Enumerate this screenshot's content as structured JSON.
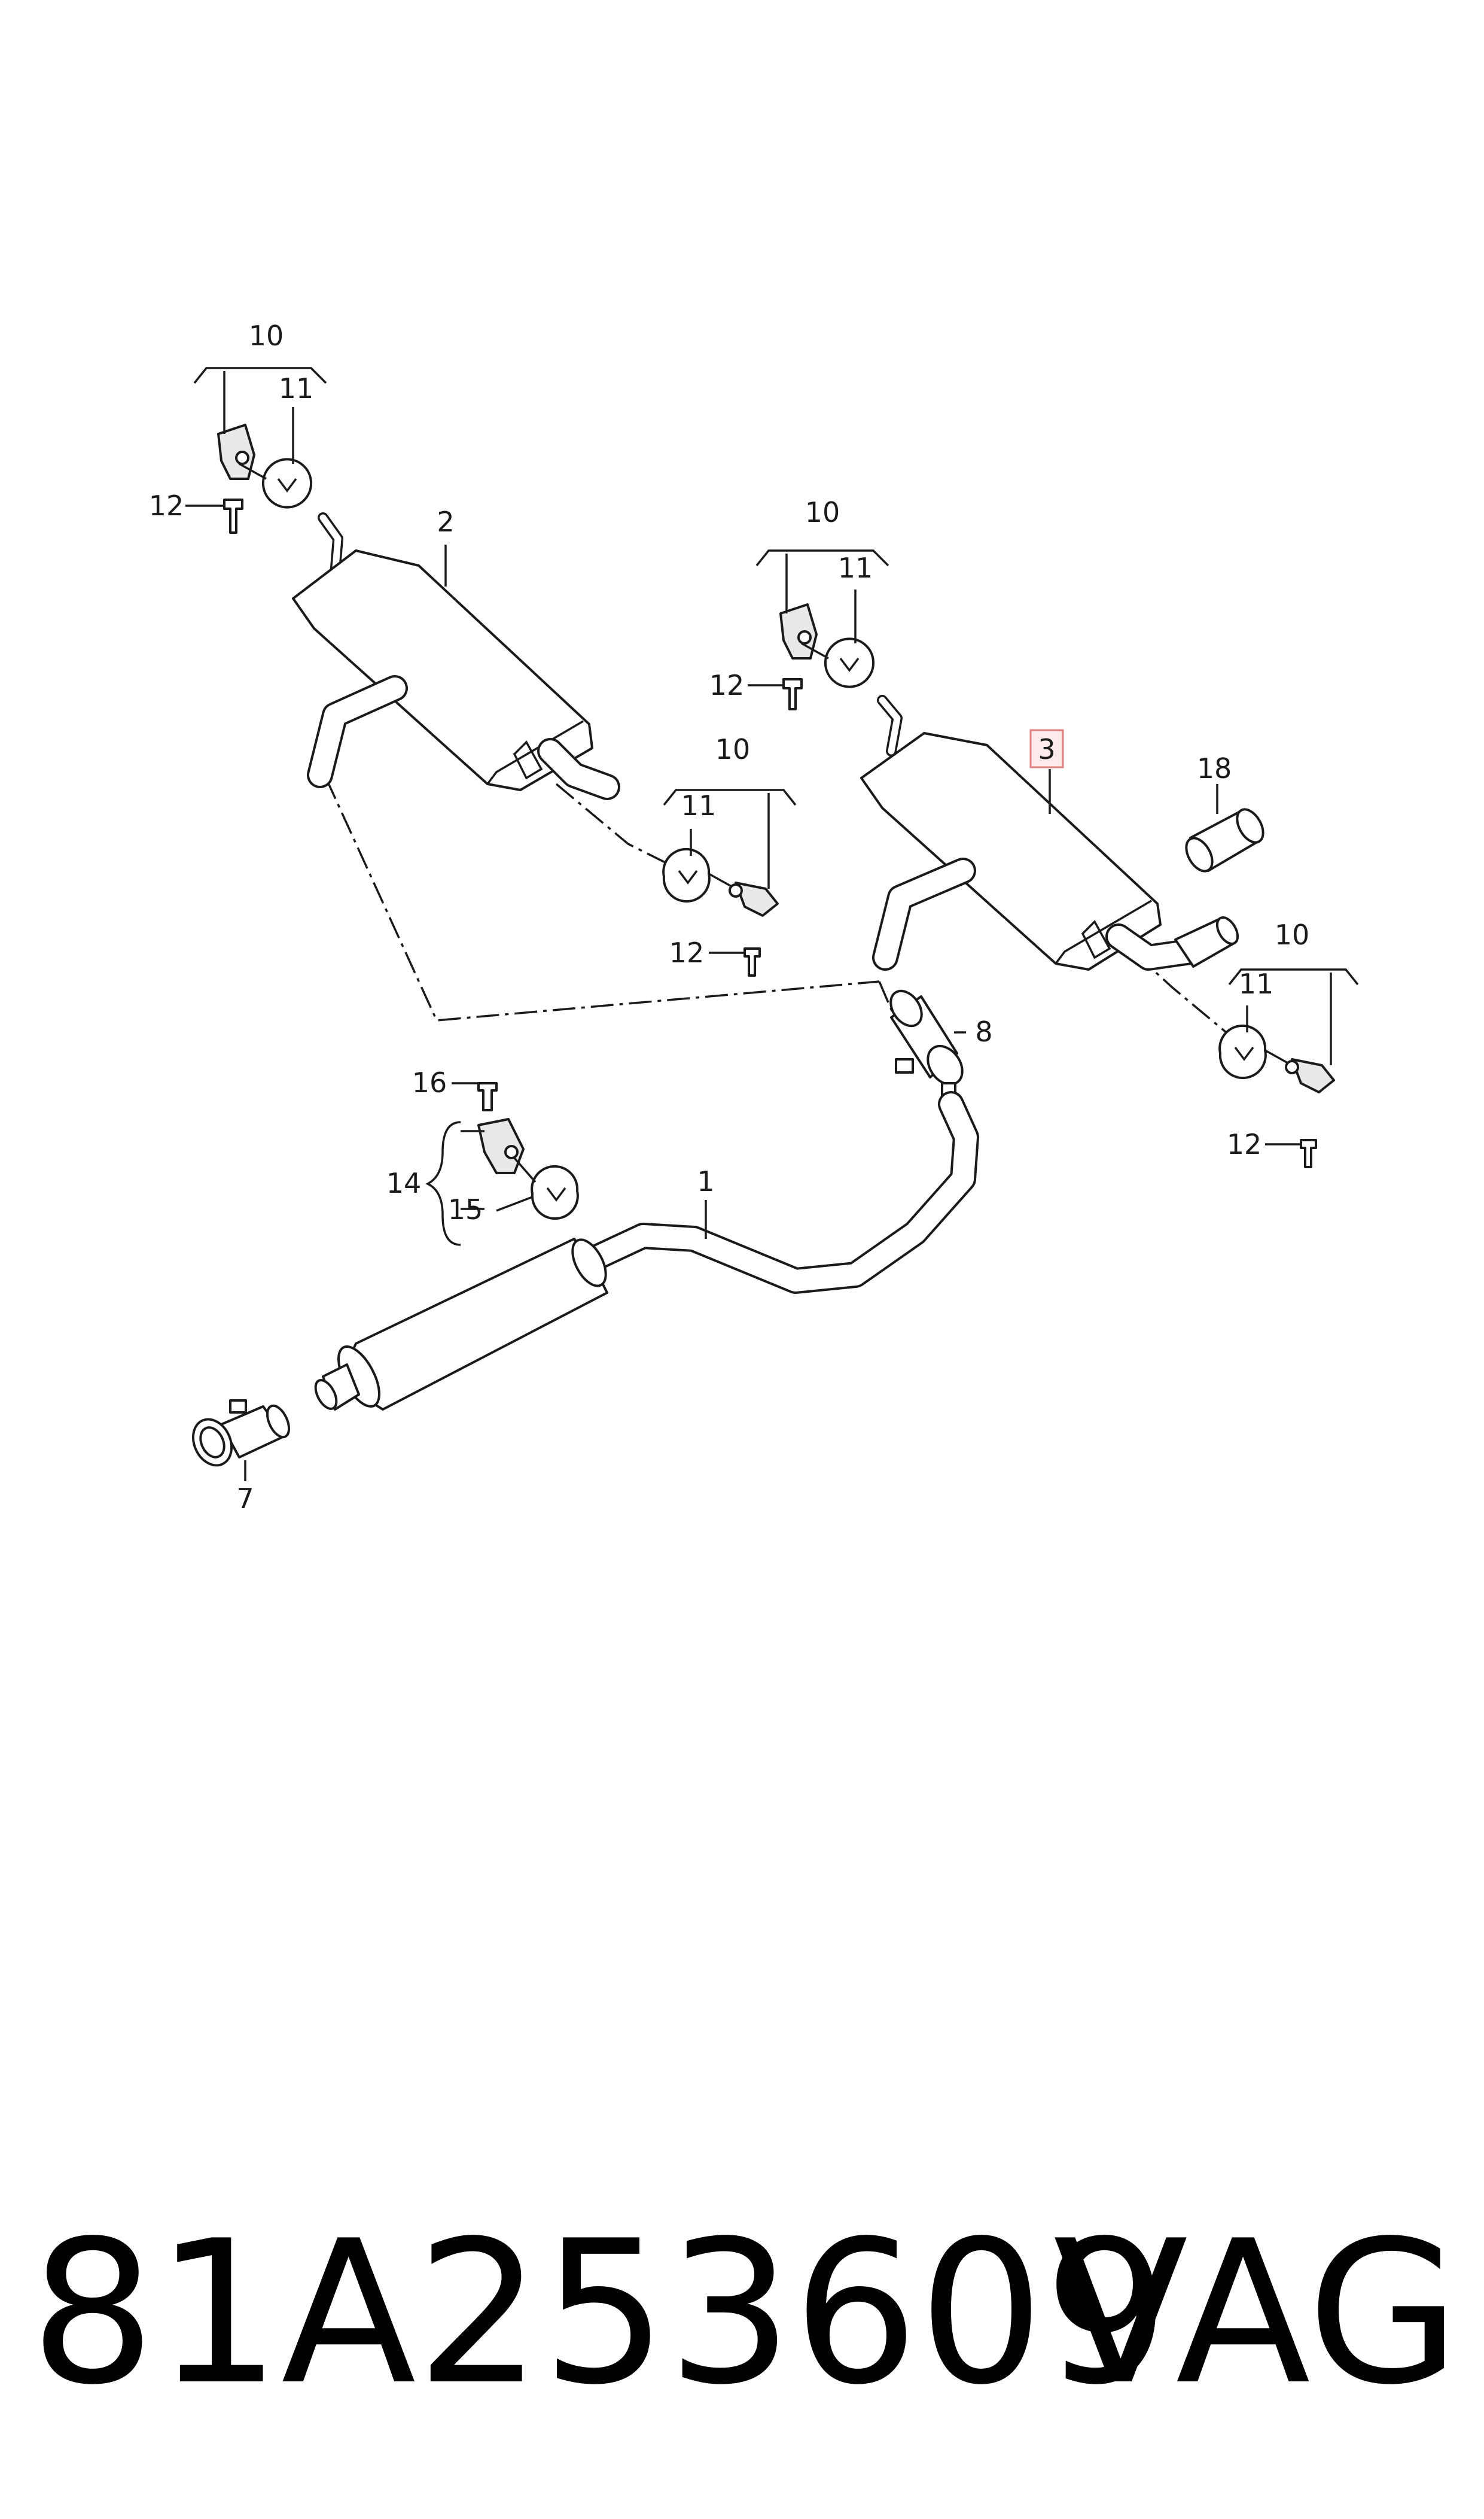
{
  "callouts": {
    "c1": "1",
    "c2": "2",
    "c3": "3",
    "c7": "7",
    "c8": "8",
    "c10a": "10",
    "c10b": "10",
    "c10c": "10",
    "c10d": "10",
    "c11a": "11",
    "c11b": "11",
    "c11c": "11",
    "c11d": "11",
    "c12a": "12",
    "c12b": "12",
    "c12c": "12",
    "c12d": "12",
    "c14": "14",
    "c15": "15",
    "c16": "16",
    "c18": "18"
  },
  "footer": {
    "part_number": "81A253609",
    "brand": "VAG"
  },
  "colors": {
    "line": "#1a1a1a",
    "highlight_box": "#e08080"
  }
}
